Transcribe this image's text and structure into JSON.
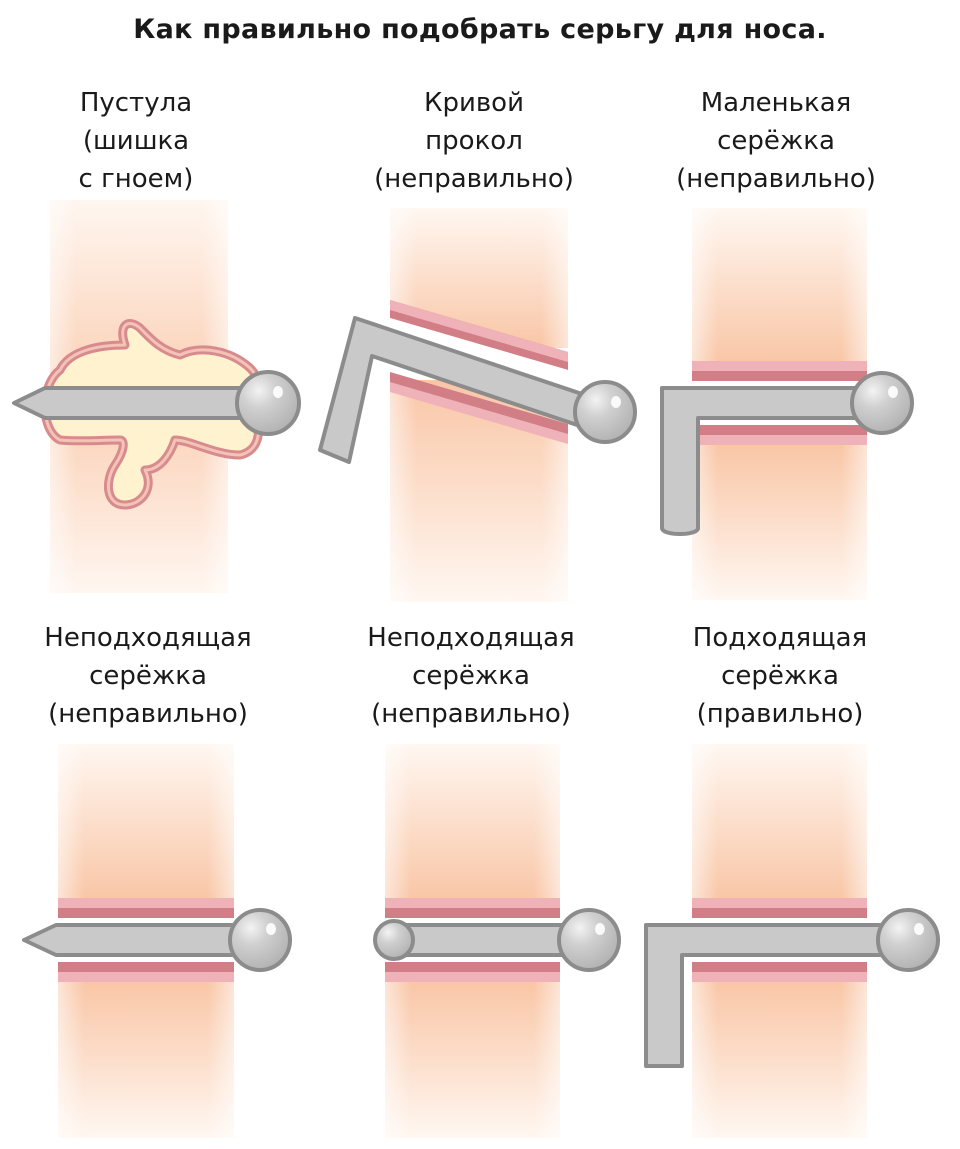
{
  "title": "Как правильно подобрать серьгу для носа.",
  "panels": [
    {
      "lines": [
        "Пустула",
        "(шишка",
        "с гноем)"
      ]
    },
    {
      "lines": [
        "Кривой",
        "прокол",
        "(неправильно)"
      ]
    },
    {
      "lines": [
        "Маленькая",
        "серёжка",
        "(неправильно)"
      ]
    },
    {
      "lines": [
        "Неподходящая",
        "серёжка",
        "(неправильно)"
      ]
    },
    {
      "lines": [
        "Неподходящая",
        "серёжка",
        "(неправильно)"
      ]
    },
    {
      "lines": [
        "Подходящая",
        "серёжка",
        "(правильно)"
      ]
    }
  ],
  "colors": {
    "skin_edge": "#ffffff",
    "skin_mid": "#fce0cf",
    "skin_deep": "#f9c6a6",
    "canal_light": "#eeb2b8",
    "canal_dark": "#d27e87",
    "pus_fill": "#fff3cf",
    "pus_outline": "#d88b8f",
    "metal_fill": "#c9c9c9",
    "metal_outline": "#8c8c8c"
  }
}
